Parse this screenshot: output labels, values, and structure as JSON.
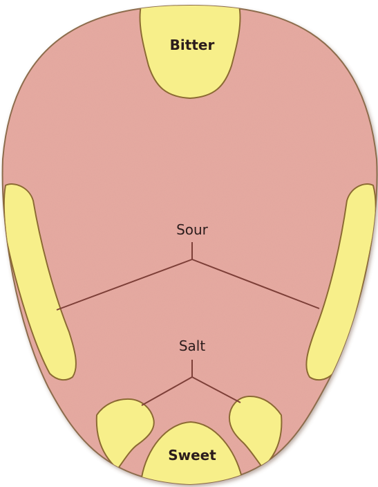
{
  "diagram": {
    "labels": {
      "bitter": "Bitter",
      "sour": "Sour",
      "salt": "Salt",
      "sweet": "Sweet"
    },
    "colors": {
      "tongue": "#e7aba2",
      "tongue_edge": "#8a6b4a",
      "taste_zone": "#f7ef8a",
      "zone_edge": "#8b6a33",
      "divider": "#7d3f38",
      "text": "#2b1c1c"
    }
  }
}
